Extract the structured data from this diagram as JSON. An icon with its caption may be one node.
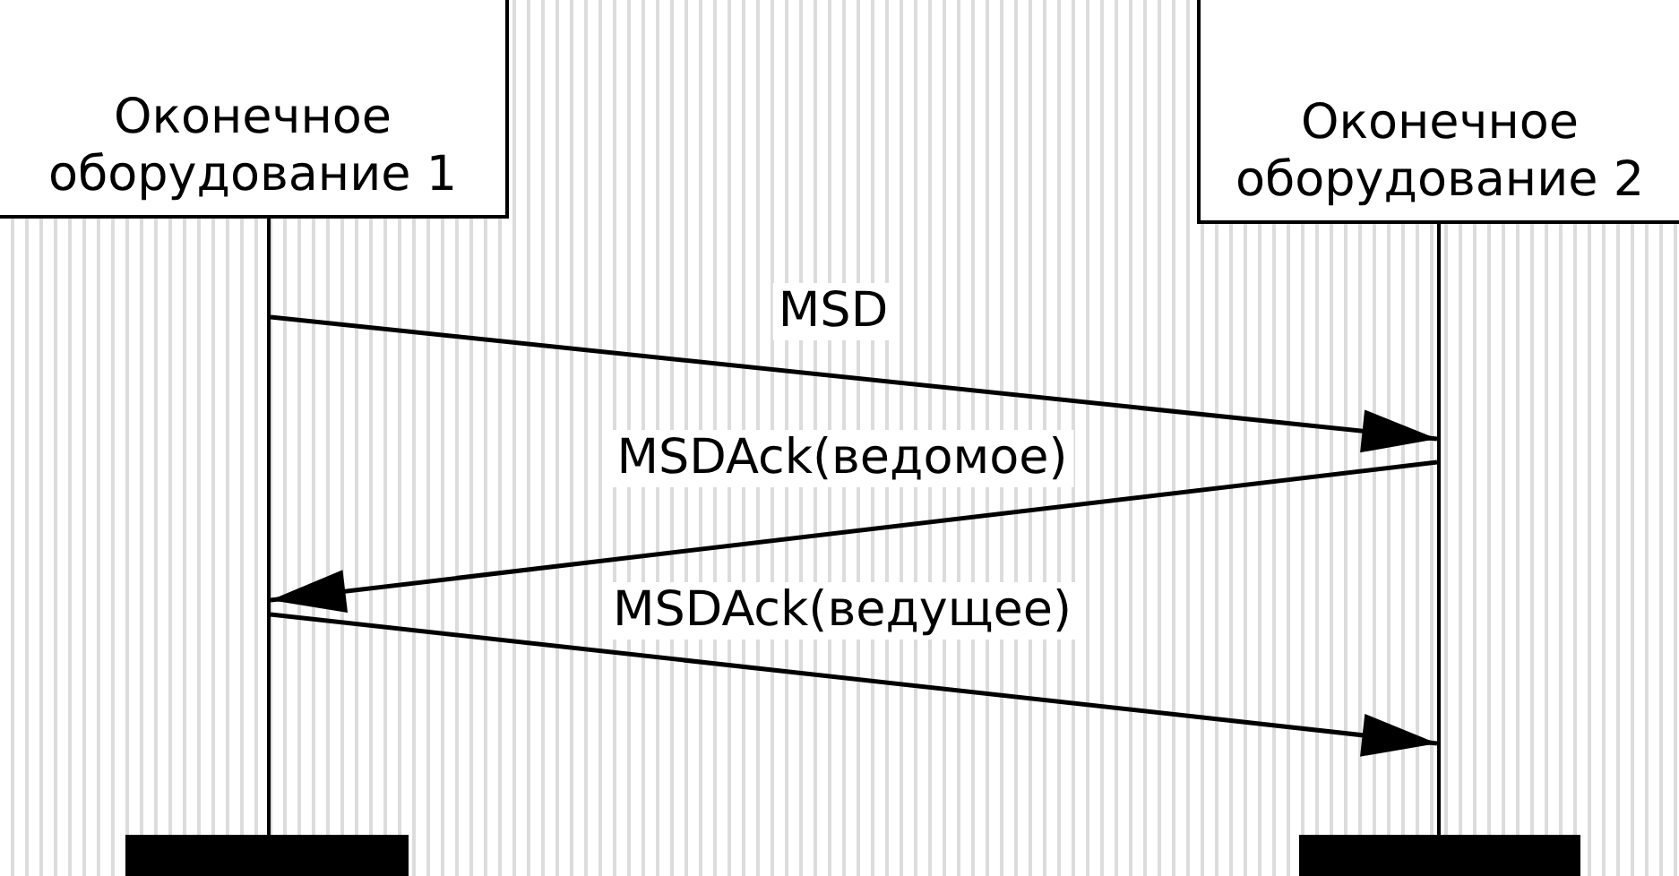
{
  "diagram": {
    "nodes": [
      {
        "text": [
          "Оконечное оборудование 1"
        ]
      },
      {
        "text": [
          "Оконечное оборудование 2"
        ]
      },
      {
        "text": [],
        "shape": "bar"
      },
      {
        "text": [],
        "shape": "bar"
      },
      {
        "text": [],
        "shape": "bar"
      },
      {
        "text": [],
        "shape": "bar"
      }
    ],
    "edges": [
      {
        "from": 2,
        "to": 3,
        "arrow": "to",
        "label": "MSD"
      },
      {
        "from": 3,
        "to": 2,
        "arrow": "to",
        "label": "MSDAck(ведомое)"
      },
      {
        "from": 2,
        "to": 3,
        "arrow": "to",
        "label": "MSDAck(ведущее)"
      }
    ]
  }
}
